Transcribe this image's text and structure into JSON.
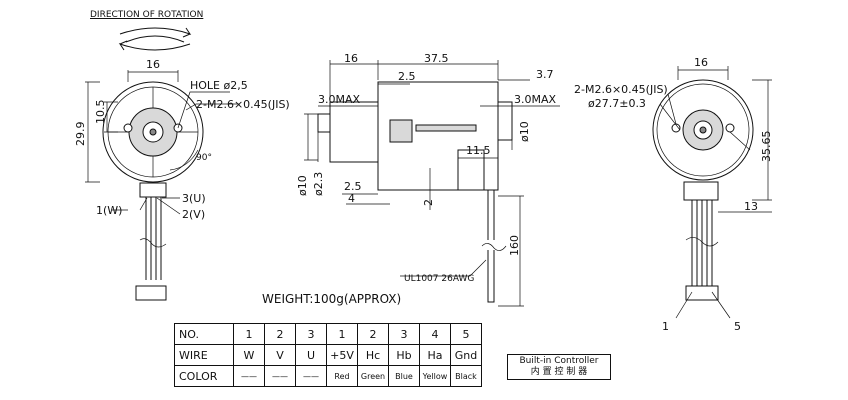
{
  "title": "DIRECTION OF ROTATION",
  "front_view": {
    "dim_width": "16",
    "dim_height": "29.9",
    "dim_offset": "10.5",
    "hole": "HOLE ø2,5",
    "screw": "2-M2.6×0.45(JIS)",
    "angle": "90°",
    "wire_w": "1(W)",
    "wire_u": "3(U)",
    "wire_v": "2(V)"
  },
  "side_view": {
    "dim_16": "16",
    "dim_37_5": "37.5",
    "dim_2_5_top": "2.5",
    "dim_3_7": "3.7",
    "dim_3_0max_left": "3.0MAX",
    "dim_3_0max_right": "3.0MAX",
    "dim_d10_right": "ø10",
    "dim_11_5": "11.5",
    "dim_d10_left": "ø10",
    "dim_d2_3": "ø2.3",
    "dim_2_5_bottom": "2.5",
    "dim_4": "4",
    "dim_2": "2",
    "dim_160": "160",
    "cable": "UL1007 26AWG"
  },
  "rear_view": {
    "dim_16": "16",
    "screw": "2-M2.6×0.45(JIS)",
    "pcd": "ø27.7±0.3",
    "dim_35_65": "35.65",
    "dim_13": "13",
    "pin_1": "1",
    "pin_5": "5"
  },
  "weight": "WEIGHT:100g(APPROX)",
  "wire_table": {
    "rows": [
      {
        "label": "NO.",
        "cells": [
          "1",
          "2",
          "3",
          "1",
          "2",
          "3",
          "4",
          "5"
        ]
      },
      {
        "label": "WIRE",
        "cells": [
          "W",
          "V",
          "U",
          "+5V",
          "Hc",
          "Hb",
          "Ha",
          "Gnd"
        ]
      },
      {
        "label": "COLOR",
        "cells": [
          "——",
          "——",
          "——",
          "Red",
          "Green",
          "Blue",
          "Yellow",
          "Black"
        ]
      }
    ]
  },
  "controller": {
    "line1": "Built-in Controller",
    "line2": "内 置 控 制 器"
  }
}
